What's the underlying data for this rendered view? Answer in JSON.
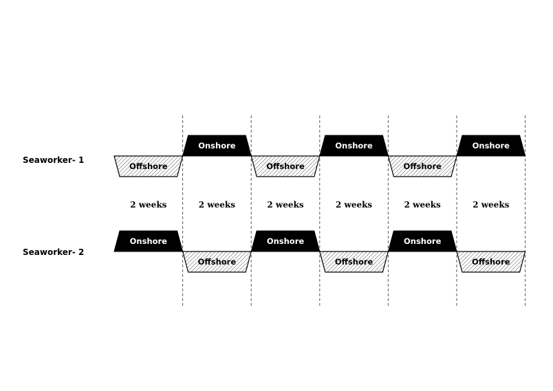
{
  "workers": [
    {
      "label": "Seaworker- 1",
      "schedule": [
        "Offshore",
        "Onshore",
        "Offshore",
        "Onshore",
        "Offshore",
        "Onshore"
      ]
    },
    {
      "label": "Seaworker- 2",
      "schedule": [
        "Onshore",
        "Offshore",
        "Onshore",
        "Offshore",
        "Onshore",
        "Offshore"
      ]
    }
  ],
  "periods": [
    "2 weeks",
    "2 weeks",
    "2 weeks",
    "2 weeks",
    "2 weeks",
    "2 weeks"
  ],
  "colors": {
    "onshore_fill": "#000000",
    "offshore_hatch": "#555555",
    "offshore_fill": "#ffffff",
    "divider": "#555555"
  }
}
